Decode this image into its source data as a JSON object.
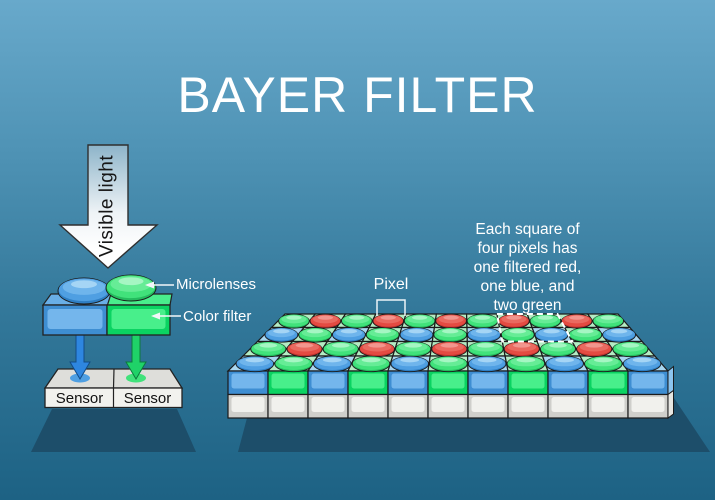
{
  "title": "BAYER FILTER",
  "left_diagram": {
    "visible_light_label": "Visible light",
    "microlenses_label": "Microlenses",
    "color_filter_label": "Color filter",
    "sensor_labels": [
      "Sensor",
      "Sensor"
    ]
  },
  "right_diagram": {
    "pixel_label": "Pixel",
    "annotation": "Each square of\nfour pixels has\none filtered red,\none blue, and\ntwo green",
    "grid": {
      "rows": 4,
      "cols": 11,
      "row_patterns": [
        [
          "green",
          "red"
        ],
        [
          "blue",
          "green"
        ],
        [
          "green",
          "red"
        ],
        [
          "blue",
          "green"
        ]
      ],
      "front_blocks_pattern": [
        "blue",
        "green"
      ],
      "highlight_square": {
        "rows": [
          0,
          1
        ],
        "cols": [
          7,
          8
        ]
      }
    }
  },
  "colors": {
    "background_top": "#68a9cb",
    "background_bottom": "#1d6284",
    "shadow": "#1d4e6a",
    "text_light": "#ffffff",
    "text_dark": "#161616",
    "grid_line": "#1b1b1b",
    "red": {
      "dark": "#c2322e",
      "main": "#e44b42",
      "light": "#ea6a60",
      "gloss": "#f2968e"
    },
    "green": {
      "dark": "#25bb5e",
      "main": "#41e27b",
      "light": "#66ec96",
      "gloss": "#a5f6c3"
    },
    "blue": {
      "dark": "#2f7fc4",
      "main": "#4f9fe2",
      "light": "#6fb5ec",
      "gloss": "#a5d5f5"
    },
    "cell_tint_green": "#b5ecc4",
    "cell_tint_blue": "#a9d7f0",
    "filter_block_blue": {
      "outer": "#3e8ed2",
      "inner": "#74b6ec",
      "top": "#69aee6"
    },
    "filter_block_green": {
      "outer": "#0bd362",
      "inner": "#48ef8b",
      "top": "#49ed8c"
    },
    "sensor_block": {
      "outer": "#cfcfcb",
      "inner": "#f1f1ed"
    },
    "arrow_blue": "#2e86e0",
    "arrow_green": "#1fd268",
    "big_arrow": {
      "top": "#8db4c9",
      "mid": "#eef3f6",
      "bottom": "#ffffff"
    }
  }
}
